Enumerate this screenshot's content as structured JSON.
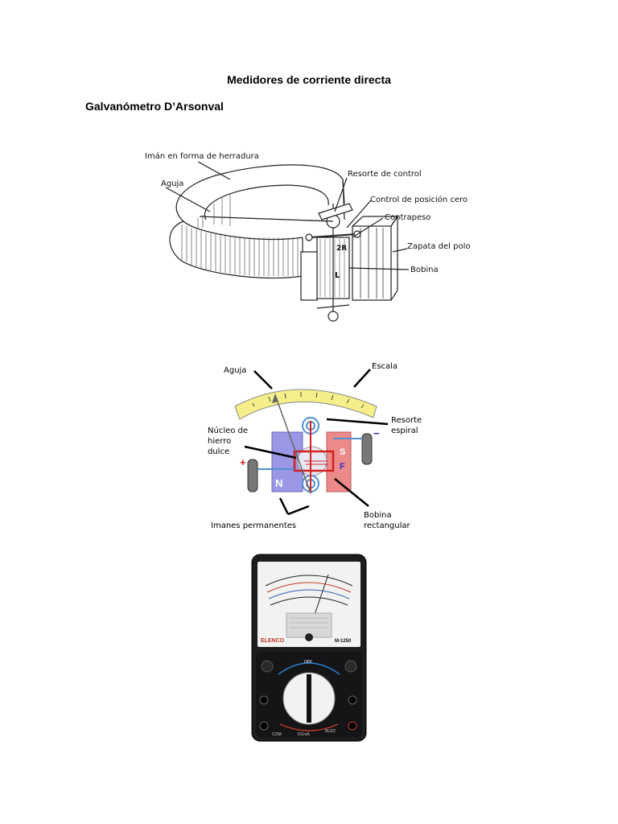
{
  "document": {
    "title": "Medidores de corriente directa",
    "section_heading": "Galvanómetro D’Arsonval"
  },
  "figure1": {
    "labels": {
      "magnet": "Imán en forma de herradura",
      "needle": "Aguja",
      "control_spring": "Resorte de control",
      "zero_control": "Control de posición cero",
      "counterweight": "Contrapeso",
      "pole_shoe": "Zapata del polo",
      "coil": "Bobina",
      "coil_mark_top": "2R",
      "coil_mark_side": "L"
    }
  },
  "figure2": {
    "labels": {
      "needle": "Aguja",
      "scale": "Escala",
      "core_1": "Núcleo de",
      "core_2": "hierro",
      "core_3": "dulce",
      "spring_1": "Resorte",
      "spring_2": "espiral",
      "magnets": "Imanes permanentes",
      "coil_1": "Bobina",
      "coil_2": "rectangular",
      "pole_n": "N",
      "pole_s": "S",
      "force": "F",
      "plus": "+",
      "minus": "−"
    },
    "colors": {
      "scale": "#f5ef8a",
      "north": "#9a97e6",
      "south": "#ec8a8a",
      "coil": "#d42020",
      "spring": "#4f8fd0"
    }
  },
  "figure3": {
    "labels": {
      "brand": "ELENCO",
      "model": "M-1250",
      "off": "OFF",
      "com": "COM",
      "dcma": "DCmA",
      "buzz": "BUZZ"
    }
  }
}
